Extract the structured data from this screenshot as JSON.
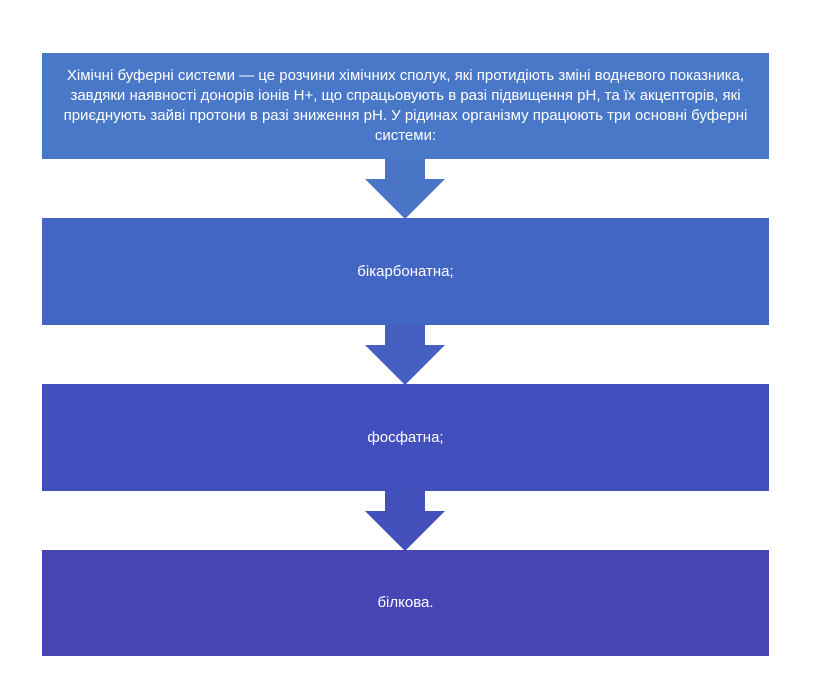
{
  "boxes": [
    {
      "text": "Хімічні буферні системи — це розчини хімічних сполук, які протидіють зміні водневого показника, завдяки наявності донорів іонів H+, що спрацьовують в разі підвищення pH, та їх акцепторів, які приєднують зайві протони в разі зниження pH. У рідинах організму працюють три основні буферні системи:",
      "color": "#4a78c8"
    },
    {
      "text": "бікарбонатна;",
      "color": "#4466c3"
    },
    {
      "text": "фосфатна;",
      "color": "#4250bd"
    },
    {
      "text": "білкова.",
      "color": "#4744b5"
    }
  ],
  "arrows": [
    {
      "color": "#4a74c6"
    },
    {
      "color": "#4560c1"
    },
    {
      "color": "#4350bb"
    }
  ]
}
